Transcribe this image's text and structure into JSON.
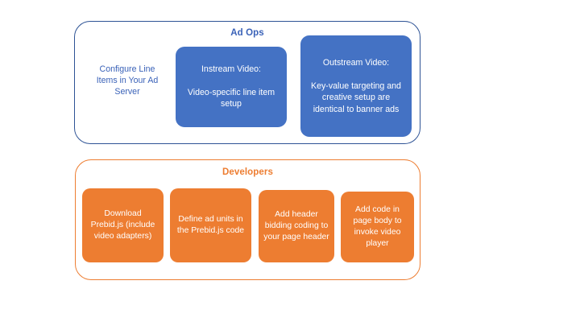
{
  "diagram": {
    "groups": [
      {
        "id": "ad-ops",
        "title": "Ad Ops",
        "accent_color": "#4472C4",
        "border_color": "#2E5395",
        "nodes": [
          {
            "id": "configure-line-items",
            "style": "text",
            "text": "Configure Line Items in Your Ad Server",
            "text_color": "#3A62B8"
          },
          {
            "id": "instream-video",
            "style": "filled",
            "fill_color": "#4472C4",
            "text": "Instream Video:\n\nVideo-specific line item setup"
          },
          {
            "id": "outstream-video",
            "style": "filled",
            "fill_color": "#4472C4",
            "text": "Outstream Video:\n\nKey-value targeting and creative setup are identical to banner ads"
          }
        ]
      },
      {
        "id": "developers",
        "title": "Developers",
        "accent_color": "#ED7D31",
        "border_color": "#ED7D31",
        "nodes": [
          {
            "id": "download-prebid",
            "style": "filled",
            "fill_color": "#ED7D31",
            "text": "Download Prebid.js (include video adapters)"
          },
          {
            "id": "define-ad-units",
            "style": "filled",
            "fill_color": "#ED7D31",
            "text": "Define ad units in the Prebid.js code"
          },
          {
            "id": "add-header-bidding-code",
            "style": "filled",
            "fill_color": "#ED7D31",
            "text": "Add header bidding coding to your page header"
          },
          {
            "id": "add-page-body-code",
            "style": "filled",
            "fill_color": "#ED7D31",
            "text": "Add code in page body to invoke video player"
          }
        ]
      }
    ]
  }
}
